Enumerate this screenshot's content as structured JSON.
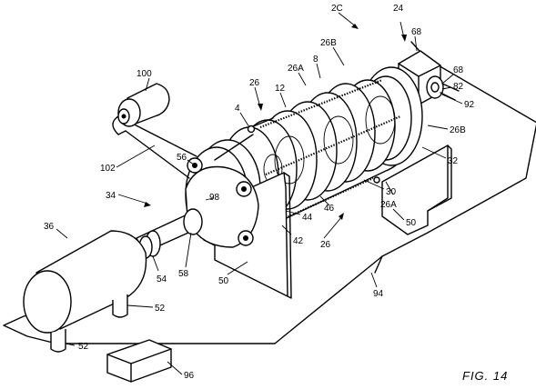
{
  "figure_label": "FIG. 14",
  "labels": {
    "l2c": "2C",
    "l24": "24",
    "l68a": "68",
    "l26b_top": "26B",
    "l68b": "68",
    "l8": "8",
    "l26a_top": "26A",
    "l82": "82",
    "l100": "100",
    "l92": "92",
    "l26_top": "26",
    "l12": "12",
    "l4": "4",
    "l26b_right": "26B",
    "l102": "102",
    "l56": "56",
    "l32": "32",
    "l34": "34",
    "l98": "98",
    "l30": "30",
    "l26a_mid": "26A",
    "l46": "46",
    "l50_right": "50",
    "l36": "36",
    "l44": "44",
    "l42": "42",
    "l26_bottom": "26",
    "l54": "54",
    "l58": "58",
    "l50_left": "50",
    "l94": "94",
    "l52_a": "52",
    "l52_b": "52",
    "l96": "96"
  }
}
